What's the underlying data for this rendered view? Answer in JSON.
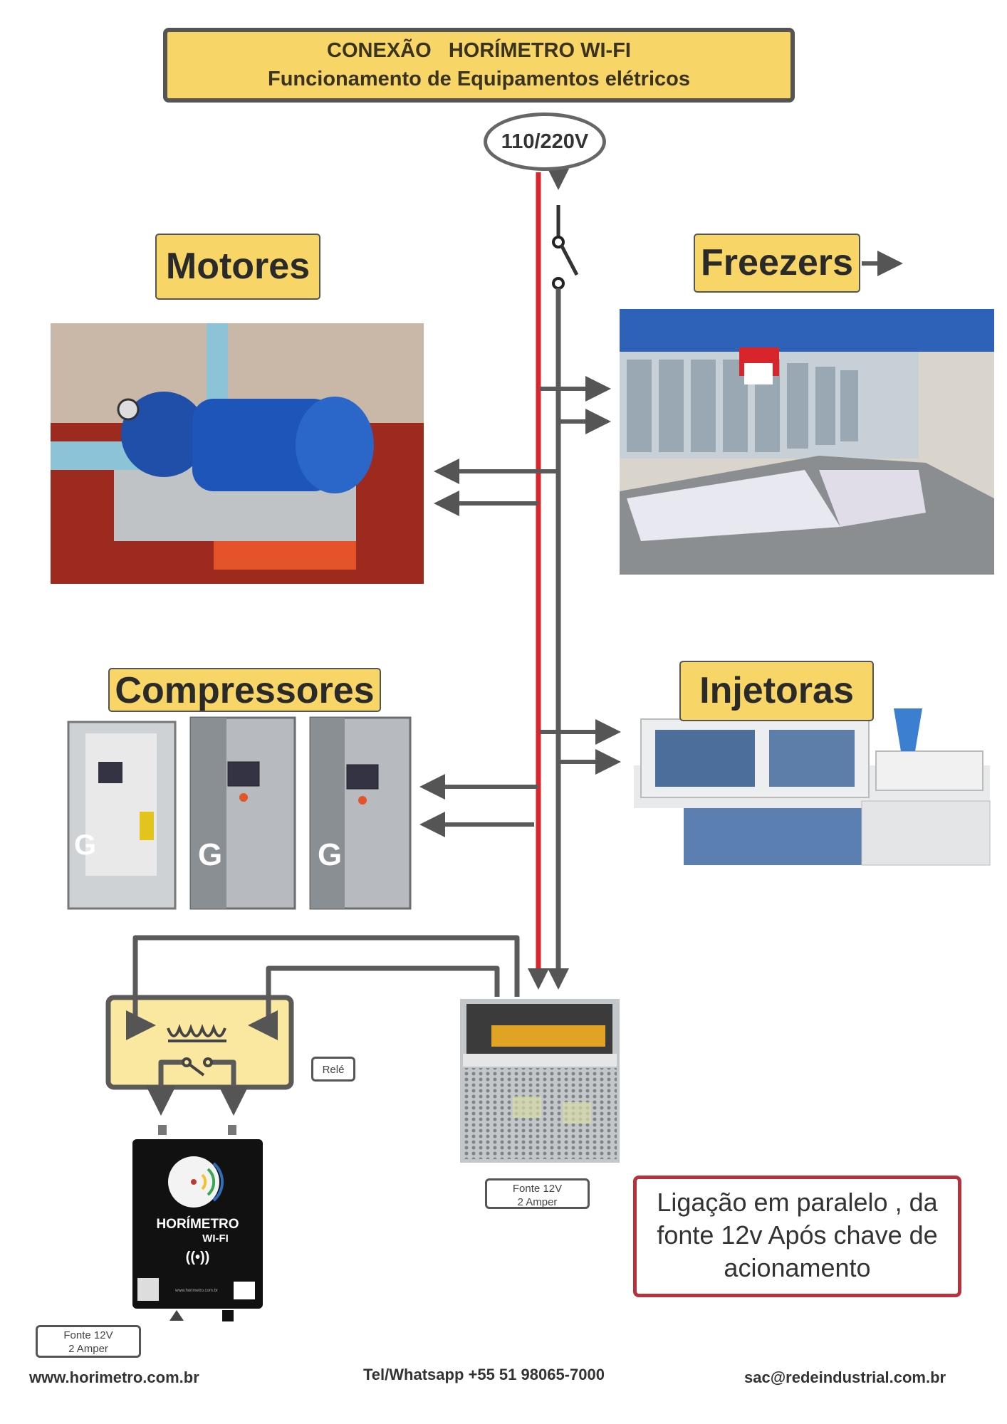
{
  "header": {
    "title_line1": "CONEXÃO   HORÍMETRO WI-FI",
    "title_line2": "Funcionamento de Equipamentos elétricos"
  },
  "supply": {
    "voltage": "110/220V"
  },
  "equipment": {
    "motores": "Motores",
    "freezers": "Freezers",
    "compressores": "Compressores",
    "injetoras": "Injetoras"
  },
  "relay": {
    "label": "Relé"
  },
  "power_supply": {
    "line1": "Fonte 12V",
    "line2": "2 Amper"
  },
  "horimetro_supply": {
    "line1": "Fonte 12V",
    "line2": "2 Amper"
  },
  "device": {
    "brand": "HORÍMETRO",
    "sub": "WI-FI",
    "site_small": "www.horimetro.com.br"
  },
  "note": {
    "text": "Ligação em paralelo , da fonte 12v Após chave de acionamento"
  },
  "footer": {
    "website": "www.horimetro.com.br",
    "phone": "Tel/Whatsapp +55 51 98065-7000",
    "email": "sac@redeindustrial.com.br"
  },
  "colors": {
    "yellow": "#f8d567",
    "wire_gray": "#5a5a5a",
    "wire_red": "#d9252b",
    "note_border": "#b8323e"
  }
}
